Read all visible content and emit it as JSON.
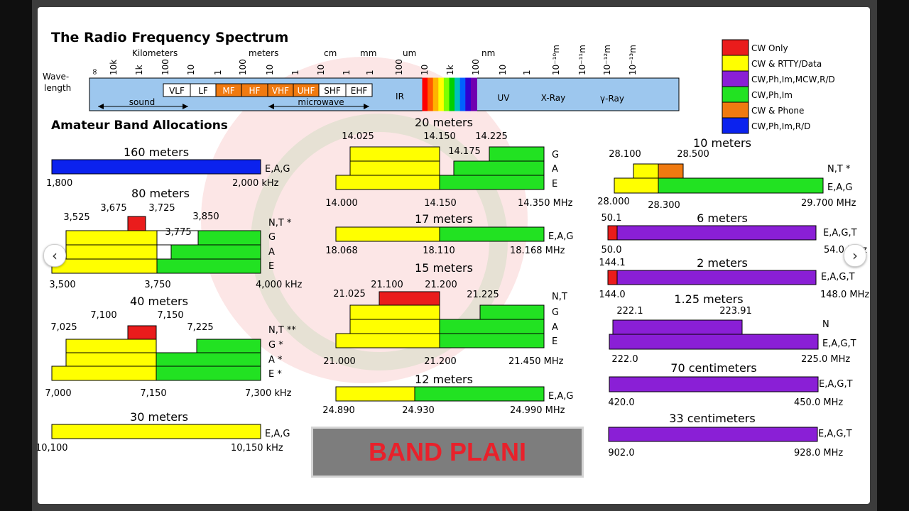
{
  "ui": {
    "prev_label": "‹",
    "next_label": "›",
    "watermark_icon": "logo-watermark"
  },
  "colors": {
    "red": "#ea1c1c",
    "yellow": "#ffff00",
    "purple": "#8a1fd6",
    "green": "#22e222",
    "orange": "#f07a10",
    "blue": "#0b22ee",
    "sky": "#9dc7ee"
  },
  "spectrum": {
    "title": "The Radio Frequency Spectrum",
    "wave_label_1": "Wave-",
    "wave_label_2": "length",
    "unit_labels": [
      {
        "text": "Kilometers"
      },
      {
        "text": "meters"
      },
      {
        "text": "cm"
      },
      {
        "text": "mm"
      },
      {
        "text": "um"
      },
      {
        "text": "nm"
      }
    ],
    "ticks": [
      "∞",
      "10k",
      "1k",
      "100",
      "10",
      "1",
      "100",
      "10",
      "1",
      "10",
      "1",
      "1",
      "100",
      "10",
      "1k",
      "100",
      "10",
      "1",
      "10⁻¹⁰m",
      "10⁻¹¹m",
      "10⁻¹²m",
      "10⁻¹³m"
    ],
    "bands": [
      "VLF",
      "LF",
      "MF",
      "HF",
      "VHF",
      "UHF",
      "SHF",
      "EHF"
    ],
    "sound": "sound",
    "microwave": "microwave",
    "ir": "IR",
    "uv": "UV",
    "xray": "X-Ray",
    "gamma": "γ-Ray"
  },
  "section_title": "Amateur Band Allocations",
  "legend": [
    {
      "label": "CW Only",
      "color": "#ea1c1c"
    },
    {
      "label": "CW & RTTY/Data",
      "color": "#ffff00"
    },
    {
      "label": "CW,Ph,Im,MCW,R/D",
      "color": "#8a1fd6"
    },
    {
      "label": "CW,Ph,Im",
      "color": "#22e222"
    },
    {
      "label": "CW & Phone",
      "color": "#f07a10"
    },
    {
      "label": "CW,Ph,Im,R/D",
      "color": "#0b22ee"
    }
  ],
  "band_plan": [
    {
      "title": "160 meters",
      "freqs": [
        "1,800",
        "2,000 kHz"
      ],
      "classes": [
        "E,A,G"
      ]
    },
    {
      "title": "80 meters",
      "freqs": [
        "3,525",
        "3,675",
        "3,725",
        "3,850",
        "3,775",
        "3,500",
        "3,750",
        "4,000 kHz"
      ],
      "classes": [
        "N,T *",
        "G",
        "A",
        "E"
      ]
    },
    {
      "title": "40 meters",
      "freqs": [
        "7,100",
        "7,150",
        "7,025",
        "7,225",
        "7,000",
        "7,150",
        "7,300 kHz"
      ],
      "classes": [
        "N,T **",
        "G *",
        "A *",
        "E *"
      ]
    },
    {
      "title": "30 meters",
      "freqs": [
        "10,100",
        "10,150 kHz"
      ],
      "classes": [
        "E,A,G"
      ]
    },
    {
      "title": "20 meters",
      "freqs": [
        "14.025",
        "14.150",
        "14.225",
        "14.175",
        "14.000",
        "14.150",
        "14.350 MHz"
      ],
      "classes": [
        "G",
        "A",
        "E"
      ]
    },
    {
      "title": "17 meters",
      "freqs": [
        "18.068",
        "18.110",
        "18.168 MHz"
      ],
      "classes": [
        "E,A,G"
      ]
    },
    {
      "title": "15 meters",
      "freqs": [
        "21.100",
        "21.200",
        "21.025",
        "21.225",
        "21.000",
        "21.200",
        "21.450 MHz"
      ],
      "classes": [
        "N,T",
        "G",
        "A",
        "E"
      ]
    },
    {
      "title": "12 meters",
      "freqs": [
        "24.890",
        "24.930",
        "24.990 MHz"
      ],
      "classes": [
        "E,A,G"
      ]
    },
    {
      "title": "10 meters",
      "freqs": [
        "28.100",
        "28.500",
        "28.000",
        "28.300",
        "29.700 MHz"
      ],
      "classes": [
        "N,T *",
        "E,A,G"
      ]
    },
    {
      "title": "6 meters",
      "freqs": [
        "50.1",
        "50.0",
        "54.0 MHz"
      ],
      "classes": [
        "E,A,G,T"
      ]
    },
    {
      "title": "2 meters",
      "freqs": [
        "144.1",
        "144.0",
        "148.0 MHz"
      ],
      "classes": [
        "E,A,G,T"
      ]
    },
    {
      "title": "1.25 meters",
      "freqs": [
        "222.1",
        "223.91",
        "222.0",
        "225.0 MHz"
      ],
      "classes": [
        "N",
        "E,A,G,T"
      ]
    },
    {
      "title": "70 centimeters",
      "freqs": [
        "420.0",
        "450.0 MHz"
      ],
      "classes": [
        "E,A,G,T"
      ]
    },
    {
      "title": "33 centimeters",
      "freqs": [
        "902.0",
        "928.0 MHz"
      ],
      "classes": [
        "E,A,G,T"
      ]
    }
  ],
  "caption": "BAND PLANI"
}
